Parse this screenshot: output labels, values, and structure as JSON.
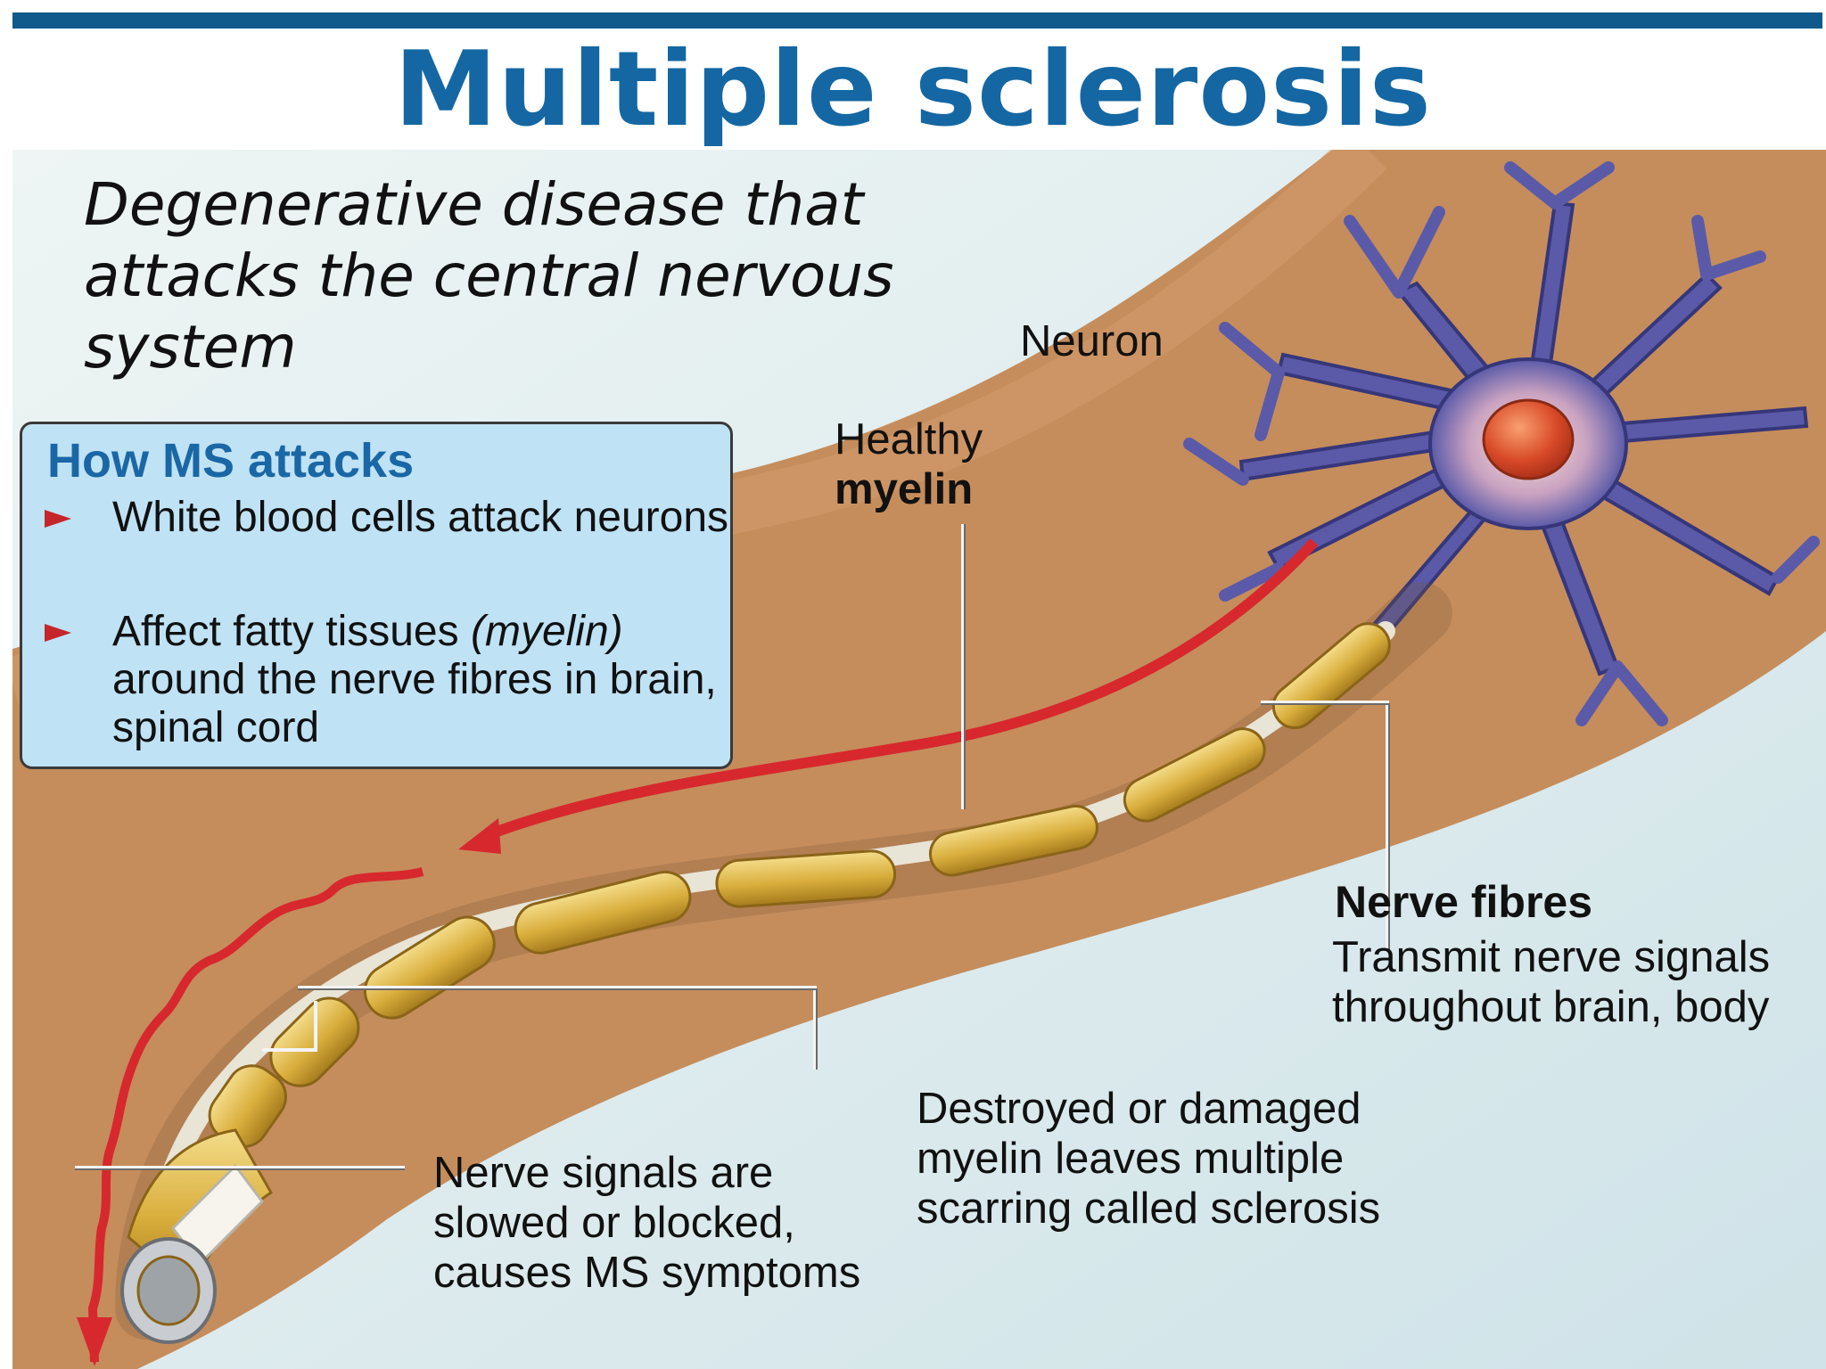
{
  "title": "Multiple sclerosis",
  "subtitle": "Degenerative disease that attacks the central nervous system",
  "attack_box": {
    "heading": "How MS attacks",
    "bullet1": "White blood cells attack neurons",
    "bullet2_text": "Affect fatty tissues",
    "bullet2_italic": "(myelin)",
    "bullet2_rest": "around the nerve fibres in brain, spinal cord"
  },
  "labels": {
    "neuron": "Neuron",
    "healthy_line1": "Healthy",
    "healthy_line2": "myelin",
    "nerve_fibres_title": "Nerve fibres",
    "nerve_fibres_desc": "Transmit nerve signals throughout brain, body",
    "destroyed": "Destroyed or damaged myelin leaves multiple scarring called sclerosis",
    "signals": "Nerve signals are slowed or blocked, causes MS symptoms"
  },
  "colors": {
    "title": "#1467a3",
    "box_heading": "#1a67a5",
    "box_fill": "#bfe2f5",
    "background_tan": "#c58d5c",
    "background_light": "#e3eef0",
    "neuron": "#5a5aa8",
    "nucleus": "#d84a28",
    "myelin": "#e0b84a",
    "arrow": "#d7282d"
  }
}
